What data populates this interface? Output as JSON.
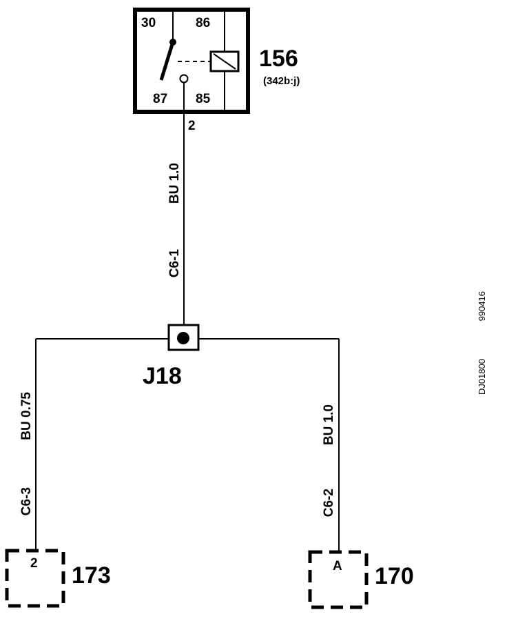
{
  "relay": {
    "id": "156",
    "ref": "(342b:j)",
    "pins": {
      "p30": "30",
      "p86": "86",
      "p87": "87",
      "p85": "85"
    },
    "output_pin": "2"
  },
  "wires": {
    "top": {
      "code": "C6-1",
      "spec": "BU 1.0"
    },
    "left": {
      "code": "C6-3",
      "spec": "BU 0.75"
    },
    "right": {
      "code": "C6-2",
      "spec": "BU 1.0"
    }
  },
  "junction": {
    "id": "J18"
  },
  "connectors": {
    "left": {
      "id": "173",
      "pin": "2"
    },
    "right": {
      "id": "170",
      "pin": "A"
    }
  },
  "side_text": {
    "doc": "DJ01800",
    "date": "990416"
  }
}
